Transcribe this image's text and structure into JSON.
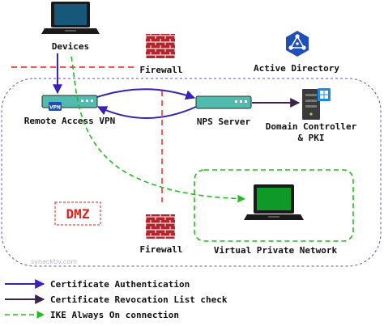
{
  "nodes": {
    "devices": "Devices",
    "firewall_top": "Firewall",
    "active_directory": "Active Directory",
    "remote_access_vpn": "Remote Access VPN",
    "vpn_badge": "VPN",
    "nps_server": "NPS Server",
    "domain_controller_line1": "Domain Controller",
    "domain_controller_line2": "& PKI",
    "dmz": "DMZ",
    "firewall_bottom": "Firewall",
    "virtual_private_network": "Virtual Private Network"
  },
  "watermark": "synacktiv.com",
  "legend": {
    "certificate_authentication": "Certificate Authentication",
    "revocation_check": "Certificate Revocation List check",
    "ike_always_on": "IKE Always On connection"
  },
  "colors": {
    "auth_arrow": "#3a1fb8",
    "revocation_arrow": "#3b2250",
    "ike_arrow": "#22bb22",
    "firewall_red": "#b3252c",
    "dmz_red": "#e0201c",
    "network_boundary": "#5a55c8",
    "laptop_screen_blue": "#17587a",
    "laptop_screen_green": "#0f9a27",
    "appliance_teal": "#4fbcae",
    "ad_blue": "#1e4fb8",
    "windows_blue": "#1e88e5"
  }
}
